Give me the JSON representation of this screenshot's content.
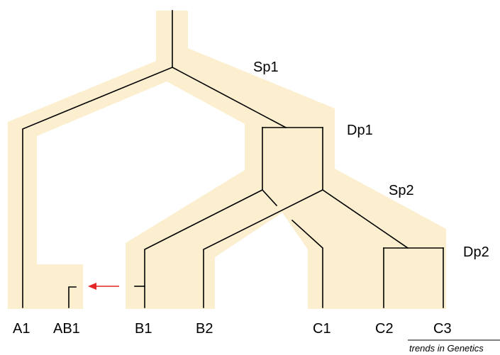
{
  "colors": {
    "species_tree_fill": "#fcefd0",
    "gene_tree_stroke": "#000000",
    "transfer_arrow": "#e32626",
    "background": "#ffffff"
  },
  "event_labels": {
    "sp1": "Sp1",
    "dp1": "Dp1",
    "sp2": "Sp2",
    "dp2": "Dp2"
  },
  "leaf_labels": {
    "a1": "A1",
    "ab1": "AB1",
    "b1": "B1",
    "b2": "B2",
    "c1": "C1",
    "c2": "C2",
    "c3": "C3"
  },
  "footer": {
    "credit": "trends in Genetics"
  }
}
